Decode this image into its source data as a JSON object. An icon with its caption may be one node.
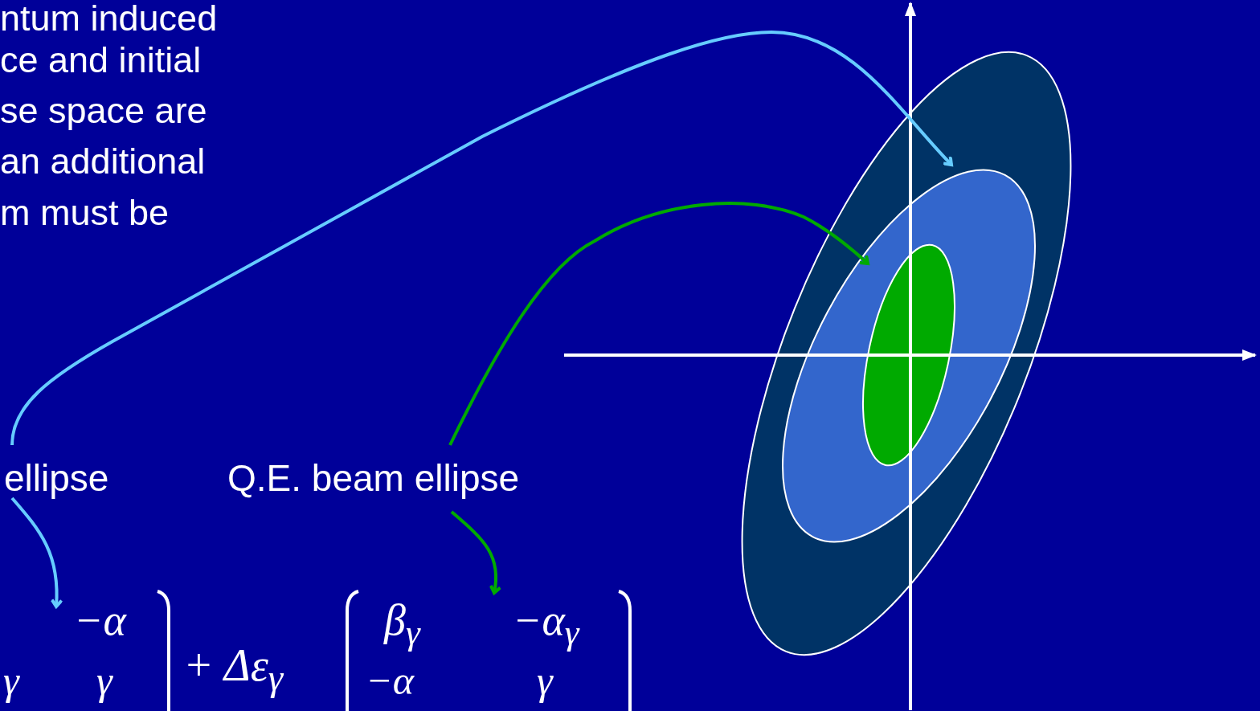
{
  "diagram": {
    "nodes": [
      {
        "text": [
          "ellipse"
        ]
      },
      {
        "text": [
          "Q.E. beam ellipse"
        ]
      },
      {
        "text": [],
        "shape": "ellipse"
      },
      {
        "text": [],
        "shape": "ellipse",
        "in": 2
      },
      {
        "text": [],
        "shape": "ellipse",
        "in": 3
      }
    ],
    "edges": [
      {
        "from": 0,
        "to": 3,
        "arrow": "to",
        "color": "#66ccff"
      },
      {
        "from": 1,
        "to": 4,
        "arrow": "to",
        "color": "#00aa00"
      },
      {
        "from": 0,
        "to": null,
        "arrow": "to",
        "color": "#66ccff"
      },
      {
        "from": 1,
        "to": null,
        "arrow": "to",
        "color": "#00aa00"
      }
    ],
    "labels": [
      "ntum induced",
      "ce and initial",
      "se space are",
      "an additional",
      "m must be",
      "−α",
      "+ Δε$_{γ}$",
      "β$_{γ}$",
      "−α$_{γ}$",
      "γ",
      "γ",
      "−α",
      "γ"
    ]
  }
}
